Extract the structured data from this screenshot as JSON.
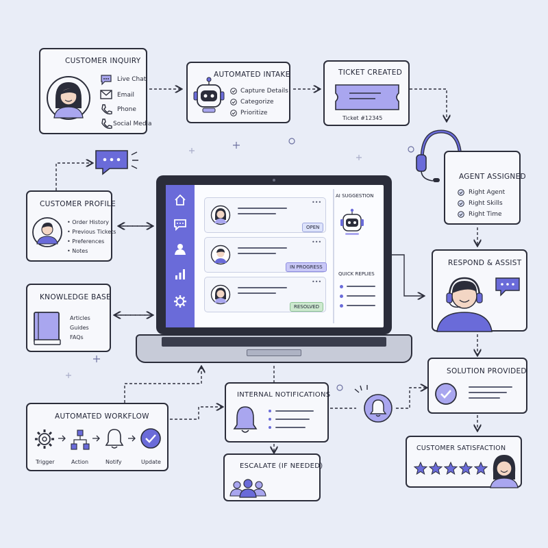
{
  "customer_inquiry": {
    "title": "Customer Inquiry",
    "channels": [
      "Live Chat",
      "Email",
      "Phone",
      "Social Media"
    ]
  },
  "automated_intake": {
    "title": "Automated Intake",
    "items": [
      "Capture Details",
      "Categorize",
      "Prioritize"
    ]
  },
  "ticket_created": {
    "title": "Ticket Created",
    "ticket_id": "Ticket #12345"
  },
  "agent_assigned": {
    "title": "Agent Assigned",
    "items": [
      "Right Agent",
      "Right Skills",
      "Right Time"
    ]
  },
  "customer_profile": {
    "title": "Customer Profile",
    "items": [
      "Order History",
      "Previous Tickets",
      "Preferences",
      "Notes"
    ]
  },
  "knowledge_base": {
    "title": "Knowledge Base",
    "items": [
      "Articles",
      "Guides",
      "FAQs"
    ]
  },
  "laptop": {
    "ai_suggestion": "AI Suggestion",
    "quick_replies": "Quick Replies",
    "tickets": [
      {
        "status": "Open",
        "status_color": "#dde3fb"
      },
      {
        "status": "In Progress",
        "status_color": "#c9c8f7"
      },
      {
        "status": "Resolved",
        "status_color": "#cde9cf"
      }
    ]
  },
  "respond_assist": {
    "title": "Respond & Assist"
  },
  "solution_provided": {
    "title": "Solution Provided"
  },
  "customer_satisfaction": {
    "title": "Customer Satisfaction",
    "stars": 5
  },
  "internal_notifications": {
    "title": "Internal Notifications"
  },
  "escalate": {
    "title": "Escalate (If Needed)"
  },
  "automated_workflow": {
    "title": "Automated Workflow",
    "steps": [
      "Trigger",
      "Action",
      "Notify",
      "Update"
    ]
  },
  "colors": {
    "accent": "#6a6bd9",
    "accent_light": "#a9a6ef",
    "dark": "#2b2d3a",
    "background": "#e9edf7"
  }
}
